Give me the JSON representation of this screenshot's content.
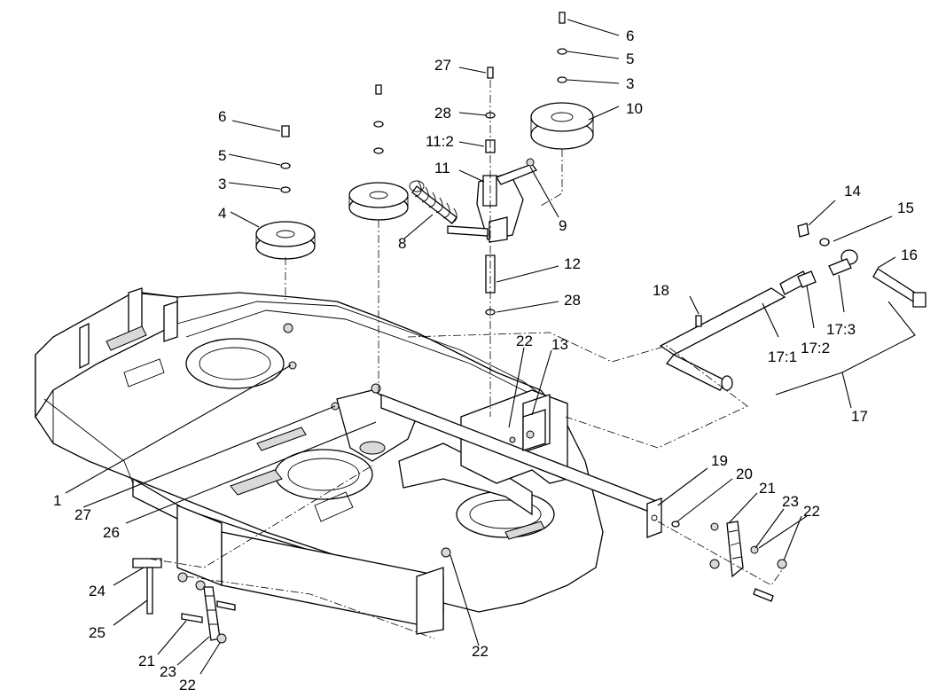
{
  "callouts": {
    "c1": "1",
    "c3a": "3",
    "c3b": "3",
    "c4": "4",
    "c5a": "5",
    "c5b": "5",
    "c6a": "6",
    "c6b": "6",
    "c8": "8",
    "c9": "9",
    "c10": "10",
    "c11": "11",
    "c11_2": "11:2",
    "c12": "12",
    "c13": "13",
    "c14": "14",
    "c15": "15",
    "c16": "16",
    "c17": "17",
    "c17_1": "17:1",
    "c17_2": "17:2",
    "c17_3": "17:3",
    "c18": "18",
    "c19": "19",
    "c20": "20",
    "c21a": "21",
    "c21b": "21",
    "c22a": "22",
    "c22b": "22",
    "c22c": "22",
    "c22d": "22",
    "c23a": "23",
    "c23b": "23",
    "c24": "24",
    "c25": "25",
    "c26": "26",
    "c27a": "27",
    "c27b": "27",
    "c28a": "28",
    "c28b": "28"
  }
}
